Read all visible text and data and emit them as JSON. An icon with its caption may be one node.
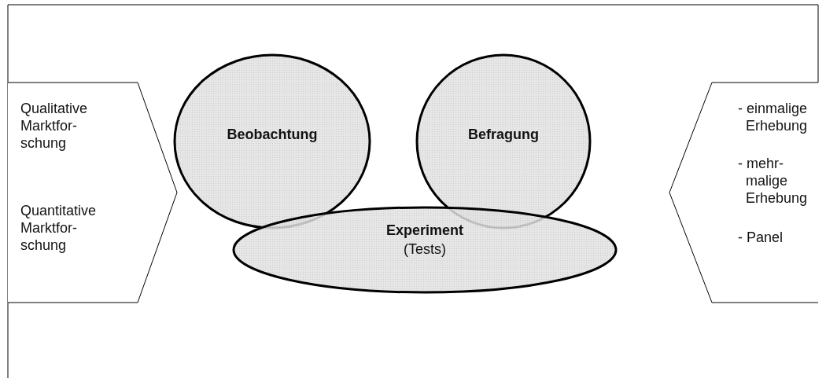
{
  "diagram": {
    "nodes": [
      {
        "text": [
          "Qualitative Marktfor- schung",
          "Quantitative Marktfor- schung"
        ]
      },
      {
        "text": [
          "Beobachtung"
        ]
      },
      {
        "text": [
          "Befragung"
        ]
      },
      {
        "text": [
          "Experiment",
          "(Tests)"
        ]
      },
      {
        "text": [
          "- einmalige Erhebung",
          "- mehr- malige Erhebung",
          "- Panel"
        ]
      }
    ]
  }
}
